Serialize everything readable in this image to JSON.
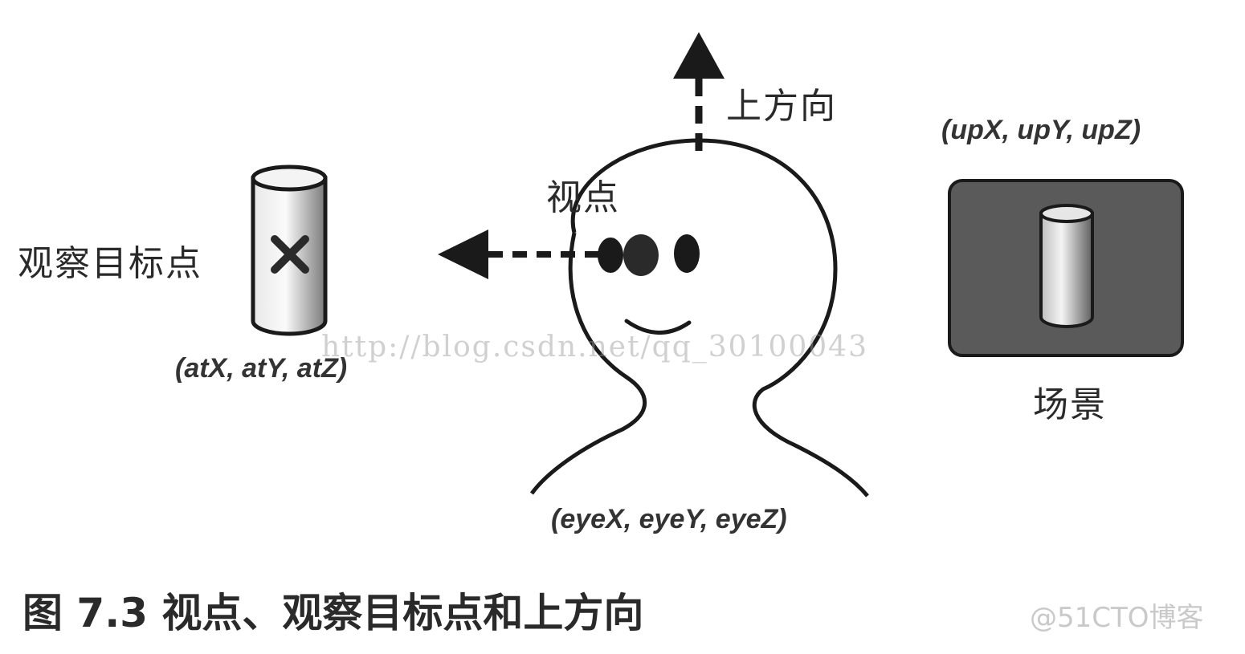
{
  "labels": {
    "up_direction": "上方向",
    "viewpoint": "视点",
    "target_point": "观察目标点",
    "scene": "场景"
  },
  "coords": {
    "up": "(upX, upY, upZ)",
    "at": "(atX, atY, atZ)",
    "eye": "(eyeX, eyeY, eyeZ)"
  },
  "caption": "图 7.3  视点、观察目标点和上方向",
  "watermark": "http://blog.csdn.net/qq_30100043",
  "source_mark": "@51CTO博客",
  "colors": {
    "ink": "#1a1a1a",
    "scene_box": "#5a5a5a",
    "cylinder_light": "#f2f2f2",
    "cylinder_dark": "#8a8a8a"
  }
}
